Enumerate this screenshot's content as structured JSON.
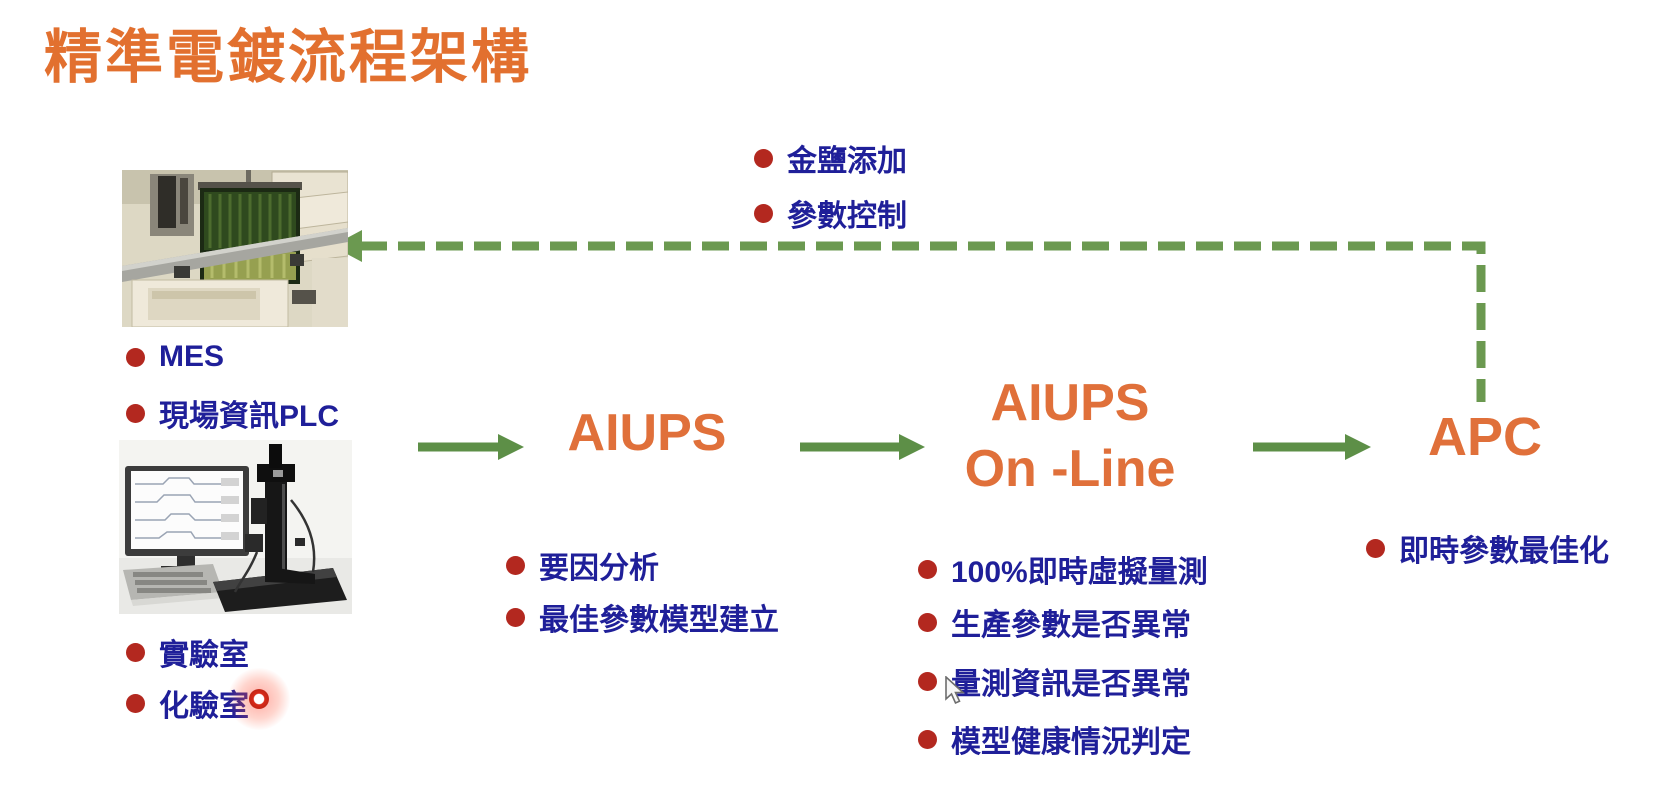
{
  "title": "精準電鍍流程架構",
  "feedback_loop": {
    "items": [
      {
        "label": "金鹽添加"
      },
      {
        "label": "參數控制"
      }
    ]
  },
  "inputs": {
    "photo_top_alt": "electroplating-production-line-photo",
    "top_items": [
      {
        "label": "MES"
      },
      {
        "label": "現場資訊PLC"
      }
    ],
    "photo_bottom_alt": "laboratory-measurement-instrument-photo",
    "bottom_items": [
      {
        "label": "實驗室"
      },
      {
        "label": "化驗室"
      }
    ]
  },
  "stages": {
    "aiups": {
      "label": "AIUPS",
      "items": [
        {
          "label": "要因分析"
        },
        {
          "label": "最佳參數模型建立"
        }
      ]
    },
    "aiups_online": {
      "label_line1": "AIUPS",
      "label_line2": "On -Line",
      "items": [
        {
          "label": "100%即時虛擬量測"
        },
        {
          "label": "生產參數是否異常"
        },
        {
          "label": "量測資訊是否異常"
        },
        {
          "label": "模型健康情況判定"
        }
      ]
    },
    "apc": {
      "label": "APC",
      "items": [
        {
          "label": "即時參數最佳化"
        }
      ]
    }
  },
  "colors": {
    "title_orange": "#E2702F",
    "stage_orange": "#E0703A",
    "text_blue": "#1F1F99",
    "bullet_red": "#B3281F",
    "arrow_green": "#5D8F47",
    "dash_green": "#6B9950"
  }
}
